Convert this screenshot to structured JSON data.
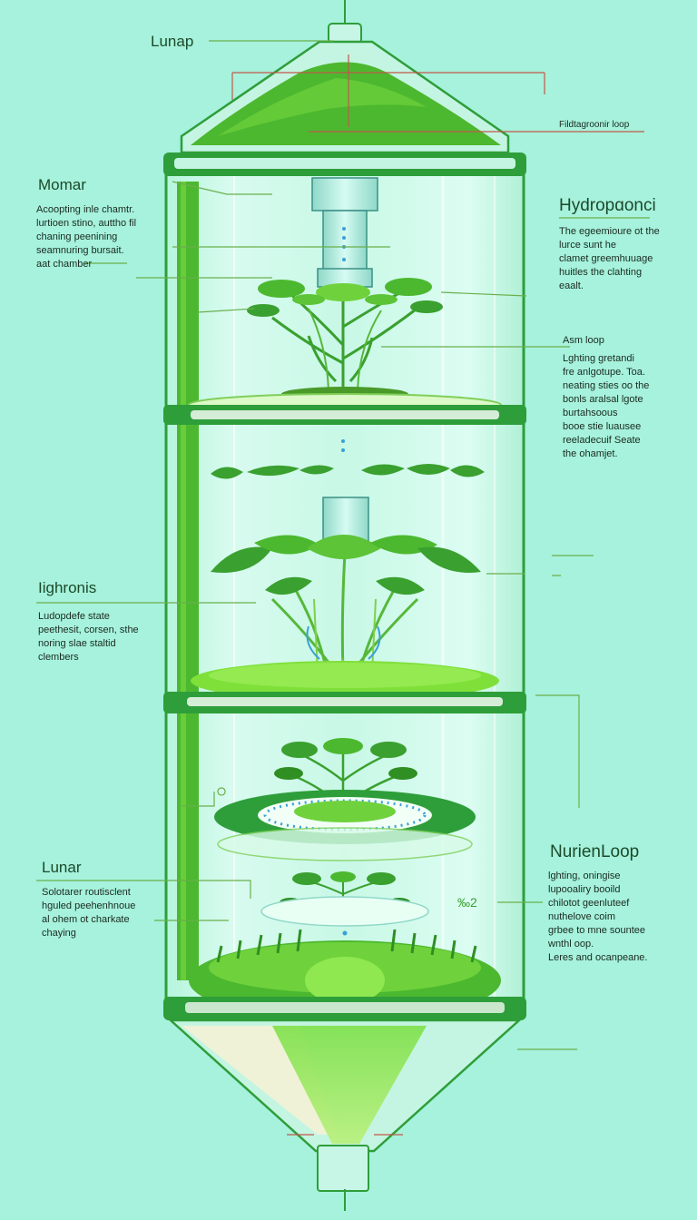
{
  "colors": {
    "background": "#a6f2dc",
    "tube_fill": "#c6f8e6",
    "frame_green": "#2e9e3a",
    "frame_dark": "#1f7a2c",
    "plant_green": "#4cb82f",
    "leaf_dark": "#2f8f23",
    "moss_bright": "#7fe03a",
    "water_blue": "#3aa0d8",
    "leader_green": "#6ab04c",
    "leader_red": "#c0584a"
  },
  "labels": {
    "top": {
      "title": "Lunap"
    },
    "top_right": {
      "title": "Fildtagroonir loop"
    },
    "left1": {
      "title": "Momar",
      "desc": "Acoopting inle chamtr.\nlurtioen stino, auttho fil\nchaning peenining\nseamnuring bursait.\naat chamber"
    },
    "right1": {
      "title": "Hydropɑonci",
      "desc": "The egeemioure ot the\nlurce sunt he\nclamet greemhuuage\nhuitles the clahting\neaalt."
    },
    "right2": {
      "title": "Asm loop",
      "desc": "Lghting gretandi\nfre anlgotupe. Toa.\nneating sties oo the\nbonls aralsal lgote\nburtahsoous\nbooe stie luausee\nreeladecuif Seate\nthe ohamjet."
    },
    "left2": {
      "title": "Iighronis",
      "desc": "Ludopdefe state\npeethesit, corsen, sthe\nnoring slae staltid\nclembers"
    },
    "left3": {
      "title": "Lunar",
      "desc": "Solotarer routisclent\nhguled peehenhnoue\nal ohem ot charkate\nchaying"
    },
    "right3": {
      "title": "NurienLoop",
      "desc": "lghting, oningise\nlupooaliry booild\nchilotot geenluteef\nnuthelove coim\ngrbee to mne sountee\nwnthl oop.\nLeres and ocanpeane."
    },
    "tag": "‰2"
  }
}
